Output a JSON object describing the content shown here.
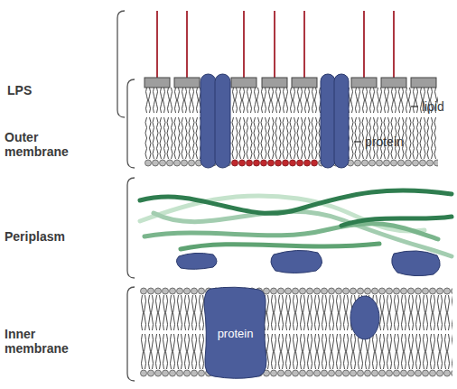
{
  "diagram": {
    "nodes": [
      {
        "text": [
          "protein"
        ]
      }
    ],
    "labels": [
      "LPS",
      "lipid",
      "Outer membrane",
      "protein",
      "Periplasm",
      "Inner membrane"
    ]
  }
}
